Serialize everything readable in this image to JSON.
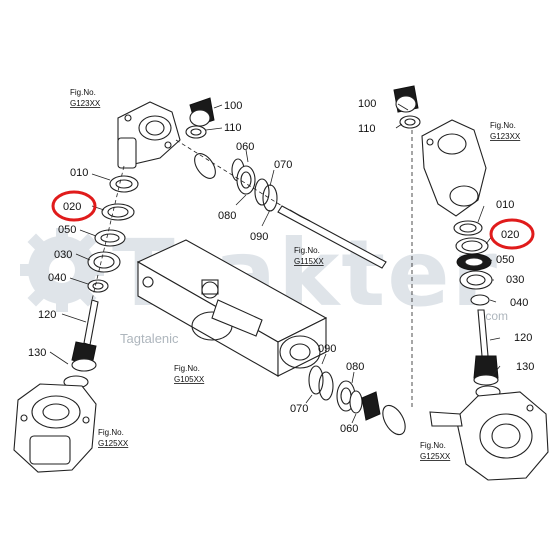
{
  "watermark": {
    "brand": "Trakter",
    "tagline": "Tagtalenic",
    "domain": ".com"
  },
  "labels": {
    "l100": "100",
    "l110": "110",
    "l060": "060",
    "l070": "070",
    "l010": "010",
    "l020": "020",
    "l050": "050",
    "l030": "030",
    "l040": "040",
    "l120": "120",
    "l130": "130",
    "l080": "080",
    "l090": "090",
    "r100": "100",
    "r110": "110",
    "r010": "010",
    "r020": "020",
    "r050": "050",
    "r030": "030",
    "r040": "040",
    "r120": "120",
    "r130": "130",
    "m090": "090",
    "m080": "080",
    "m070": "070",
    "m060": "060"
  },
  "figrefs": {
    "g123_left": {
      "title": "Fig.No.",
      "code": "G123XX"
    },
    "g123_right": {
      "title": "Fig.No.",
      "code": "G123XX"
    },
    "g115": {
      "title": "Fig.No.",
      "code": "G115XX"
    },
    "g105": {
      "title": "Fig.No.",
      "code": "G105XX"
    },
    "g125_left": {
      "title": "Fig.No.",
      "code": "G125XX"
    },
    "g125_right": {
      "title": "Fig.No.",
      "code": "G125XX"
    }
  },
  "highlight_color": "#e01b1b"
}
